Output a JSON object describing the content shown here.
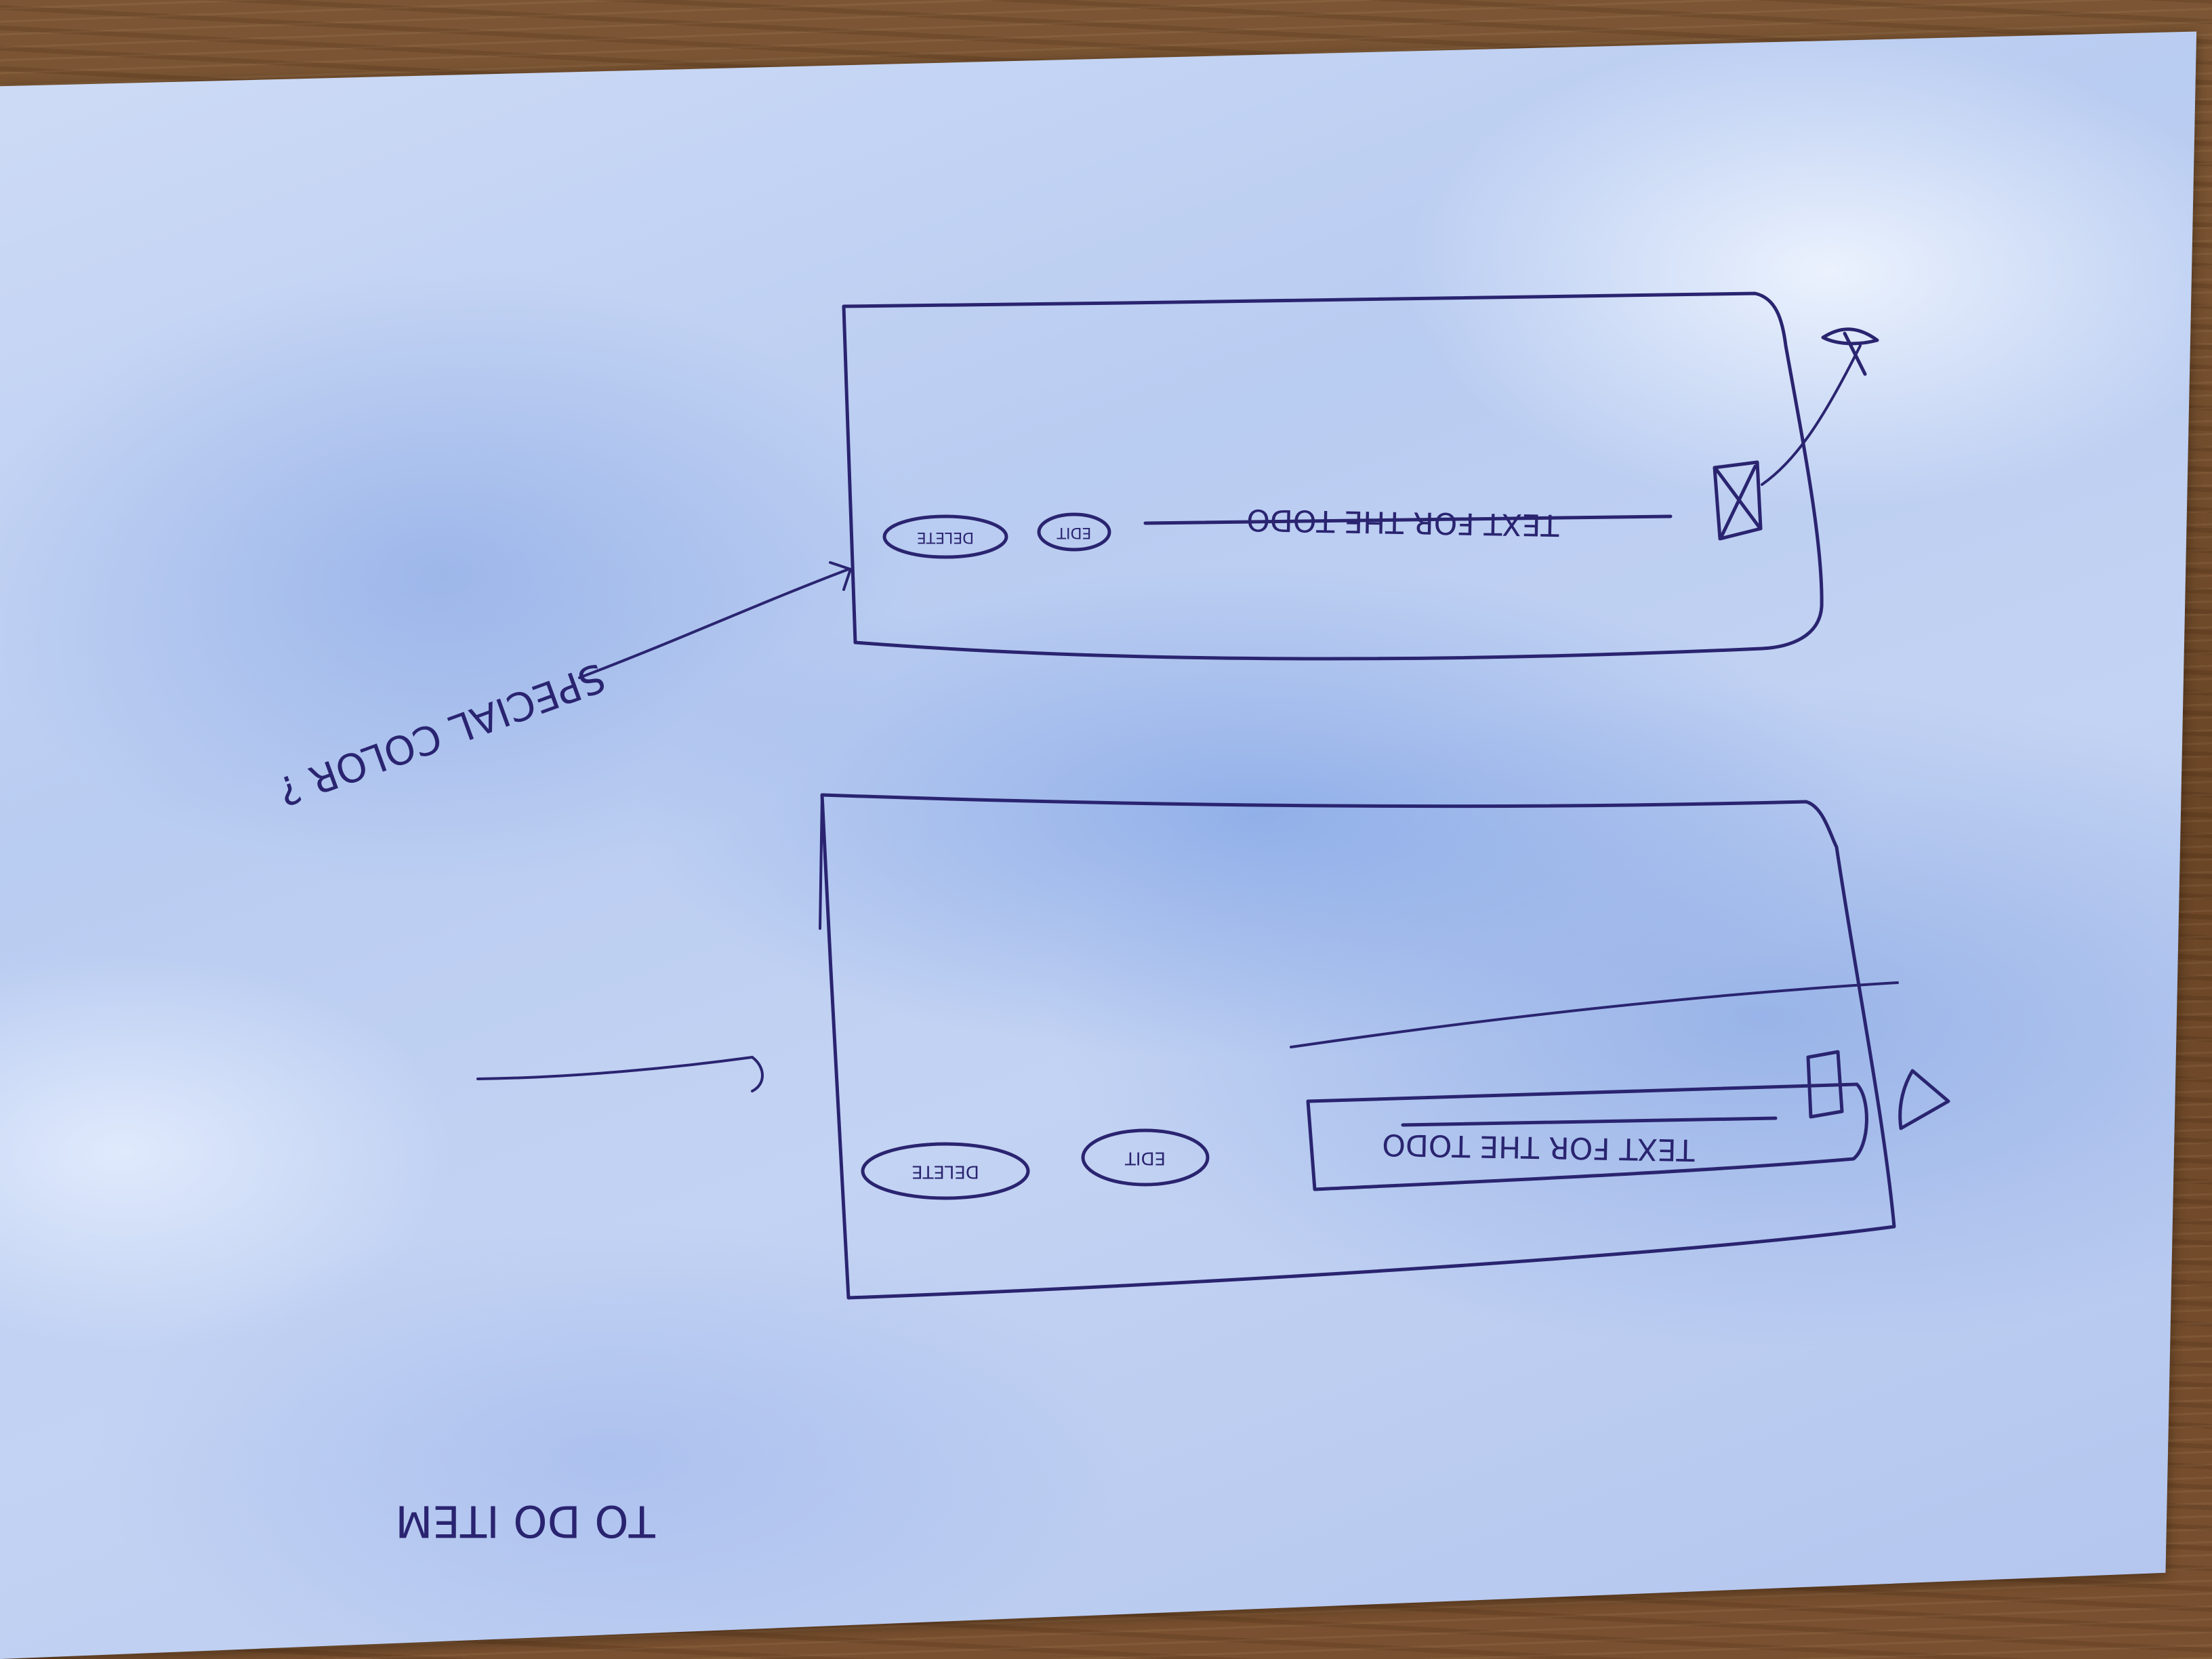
{
  "sheet": {
    "title": "TO DO ITEM"
  },
  "mockup_top": {
    "checkbox_state": "checked",
    "todo_text": "TEXT FOR THE TODO",
    "edit_label": "EDIT",
    "delete_label": "DELETE",
    "annotation": "SPECIAL COLOR ?"
  },
  "mockup_bottom": {
    "checkbox_state": "unchecked",
    "todo_text": "TEXT FOR THE TODO",
    "edit_label": "EDIT",
    "delete_label": "DELETE"
  },
  "ink_color": "#2a2470"
}
